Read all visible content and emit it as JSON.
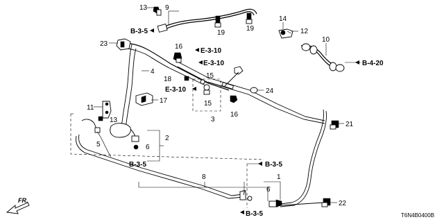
{
  "diagram_code": "T6N4B0400B",
  "direction_label": "FR.",
  "callouts": {
    "c1": "1",
    "c2": "2",
    "c3": "3",
    "c4": "4",
    "c5": "5",
    "c6a": "6",
    "c6b": "6",
    "c7": "7",
    "c8": "8",
    "c9": "9",
    "c10": "10",
    "c11": "11",
    "c12": "12",
    "c13a": "13",
    "c13b": "13",
    "c14": "14",
    "c15a": "15",
    "c15b": "15",
    "c16a": "16",
    "c16b": "16",
    "c17": "17",
    "c18": "18",
    "c19a": "19",
    "c19b": "19",
    "c21": "21",
    "c22": "22",
    "c23": "23",
    "c24": "24"
  },
  "refs": {
    "b35_top": "B-3-5",
    "b420": "B-4-20",
    "e310_a": "E-3-10",
    "e310_b": "E-3-10",
    "e310_c": "E-3-10",
    "b35_left": "B-3-5",
    "b35_right": "B-3-5",
    "b35_bottom": "B-3-5"
  }
}
